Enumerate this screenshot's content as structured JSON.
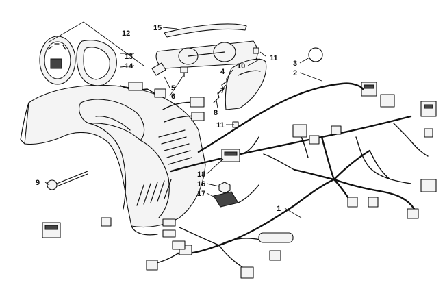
{
  "diagram": {
    "callouts": {
      "c1": "1",
      "c2": "2",
      "c3": "3",
      "c4": "4",
      "c5": "5",
      "c6": "6",
      "c7": "7",
      "c8": "8",
      "c9": "9",
      "c10": "10",
      "c11a": "11",
      "c11b": "11",
      "c12": "12",
      "c13": "13",
      "c14": "14",
      "c15": "15",
      "c16": "16",
      "c17": "17",
      "c18": "18"
    }
  }
}
